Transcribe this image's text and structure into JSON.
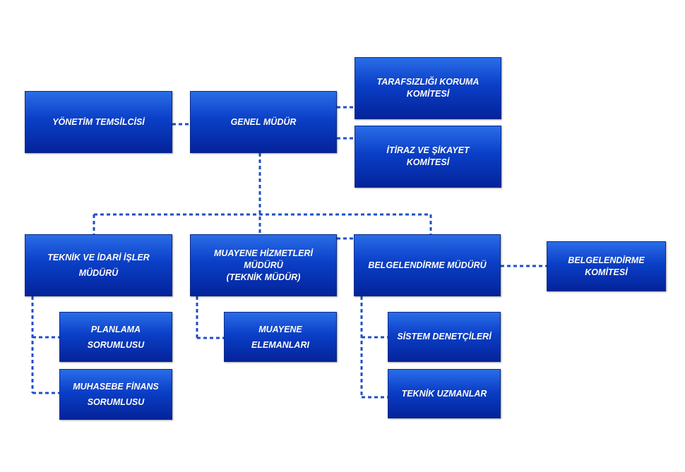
{
  "diagram": {
    "boxes": {
      "yonetim_temsilcisi": "YÖNETİM TEMSİLCİSİ",
      "genel_mudur": "GENEL MÜDÜR",
      "tarafsizligi_koruma": "TARAFSIZLIĞI KORUMA\nKOMİTESİ",
      "itiraz_sikayet": "İTİRAZ VE ŞİKAYET\nKOMİTESİ",
      "teknik_idari": "TEKNİK VE İDARİ İŞLER\nMÜDÜRÜ",
      "muayene_hizmetleri": "MUAYENE HİZMETLERİ\nMÜDÜRÜ\n(TEKNİK MÜDÜR)",
      "belgelendirme_muduru": "BELGELENDİRME MÜDÜRÜ",
      "belgelendirme_komitesi": "BELGELENDİRME\nKOMİTESİ",
      "planlama": "PLANLAMA\nSORUMLUSU",
      "muhasebe": "MUHASEBE FİNANS\nSORUMLUSU",
      "muayene_elemanlari": "MUAYENE\nELEMANLARI",
      "sistem_denetcileri": "SİSTEM DENETÇİLERİ",
      "teknik_uzmanlar": "TEKNİK UZMANLAR"
    },
    "colors": {
      "box_top": "#2a6de8",
      "box_bottom": "#04239a",
      "connector": "#1f4fc7",
      "text": "#ffffff"
    }
  }
}
